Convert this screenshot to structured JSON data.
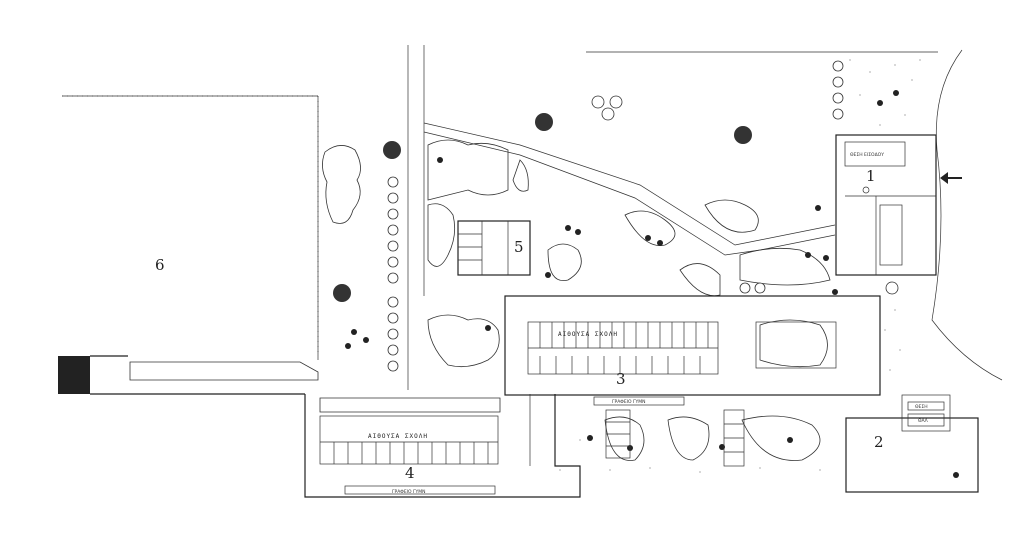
{
  "zones": [
    {
      "id": "1",
      "label": "1"
    },
    {
      "id": "2",
      "label": "2"
    },
    {
      "id": "3",
      "label": "3"
    },
    {
      "id": "4",
      "label": "4"
    },
    {
      "id": "5",
      "label": "5"
    },
    {
      "id": "6",
      "label": "6"
    }
  ],
  "labels": {
    "wing3_corridor": "ΑΙΘΟΥΣΑ ΣΧΟΛΗ",
    "wing4_corridor": "ΑΙΘΟΥΣΑ ΣΧΟΛΗ",
    "wing3_play": "ΓΡΑΦΕΙΟ ΓΥΜΝ",
    "wing4_play": "ΓΡΑΦΕΙΟ ΓΥΜΝ",
    "office": "ΘΕΣΗ",
    "office_sub": "ΘΑΛ",
    "entrance_block": "ΘΕΣΗ ΕΙΣΟΔΟΥ"
  },
  "icons": {
    "entrance_arrow": "arrow-left-icon"
  }
}
